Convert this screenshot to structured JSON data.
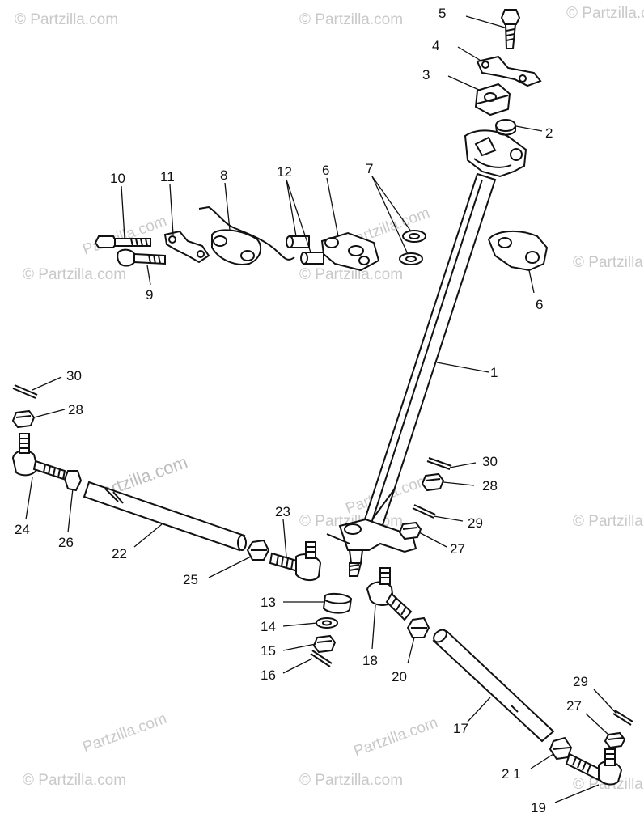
{
  "watermark": {
    "text": "© Partzilla.com",
    "diagonal_text": "Partzilla.com"
  },
  "callouts": {
    "c1": "1",
    "c2": "2",
    "c3": "3",
    "c4": "4",
    "c5": "5",
    "c6a": "6",
    "c6b": "6",
    "c7": "7",
    "c8": "8",
    "c9": "9",
    "c10": "10",
    "c11": "11",
    "c12": "12",
    "c13": "13",
    "c14": "14",
    "c15": "15",
    "c16": "16",
    "c17": "17",
    "c18": "18",
    "c19": "19",
    "c20": "20",
    "c21": "2 1",
    "c22": "22",
    "c23": "23",
    "c24": "24",
    "c25": "25",
    "c26": "26",
    "c27a": "27",
    "c27b": "27",
    "c28a": "28",
    "c28b": "28",
    "c29a": "29",
    "c29b": "29",
    "c30a": "30",
    "c30b": "30"
  }
}
